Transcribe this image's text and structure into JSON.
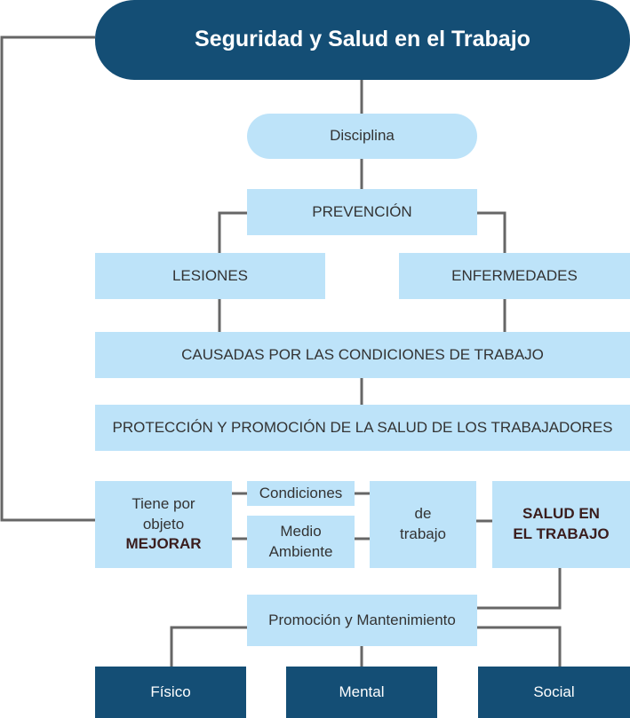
{
  "colors": {
    "dark_navy": "#144e75",
    "light_blue": "#bde3f9",
    "connector": "#666666",
    "text": "#333333"
  },
  "title": "Seguridad y Salud en el Trabajo",
  "discipline": "Disciplina",
  "prevention": "PREVENCIÓN",
  "injuries": "LESIONES",
  "diseases": "ENFERMEDADES",
  "caused_by": "CAUSADAS POR LAS CONDICIONES DE TRABAJO",
  "protection": "PROTECCIÓN Y PROMOCIÓN DE LA SALUD DE LOS TRABAJADORES",
  "objective": {
    "line1": "Tiene por",
    "line2": "objeto",
    "line3": "MEJORAR"
  },
  "conditions": "Condiciones",
  "environment": {
    "line1": "Medio",
    "line2": "Ambiente"
  },
  "of_work": {
    "line1": "de",
    "line2": "trabajo"
  },
  "health_at_work": {
    "line1": "SALUD EN",
    "line2": "EL TRABAJO"
  },
  "promotion": "Promoción y Mantenimiento",
  "dimensions": [
    "Físico",
    "Mental",
    "Social"
  ]
}
